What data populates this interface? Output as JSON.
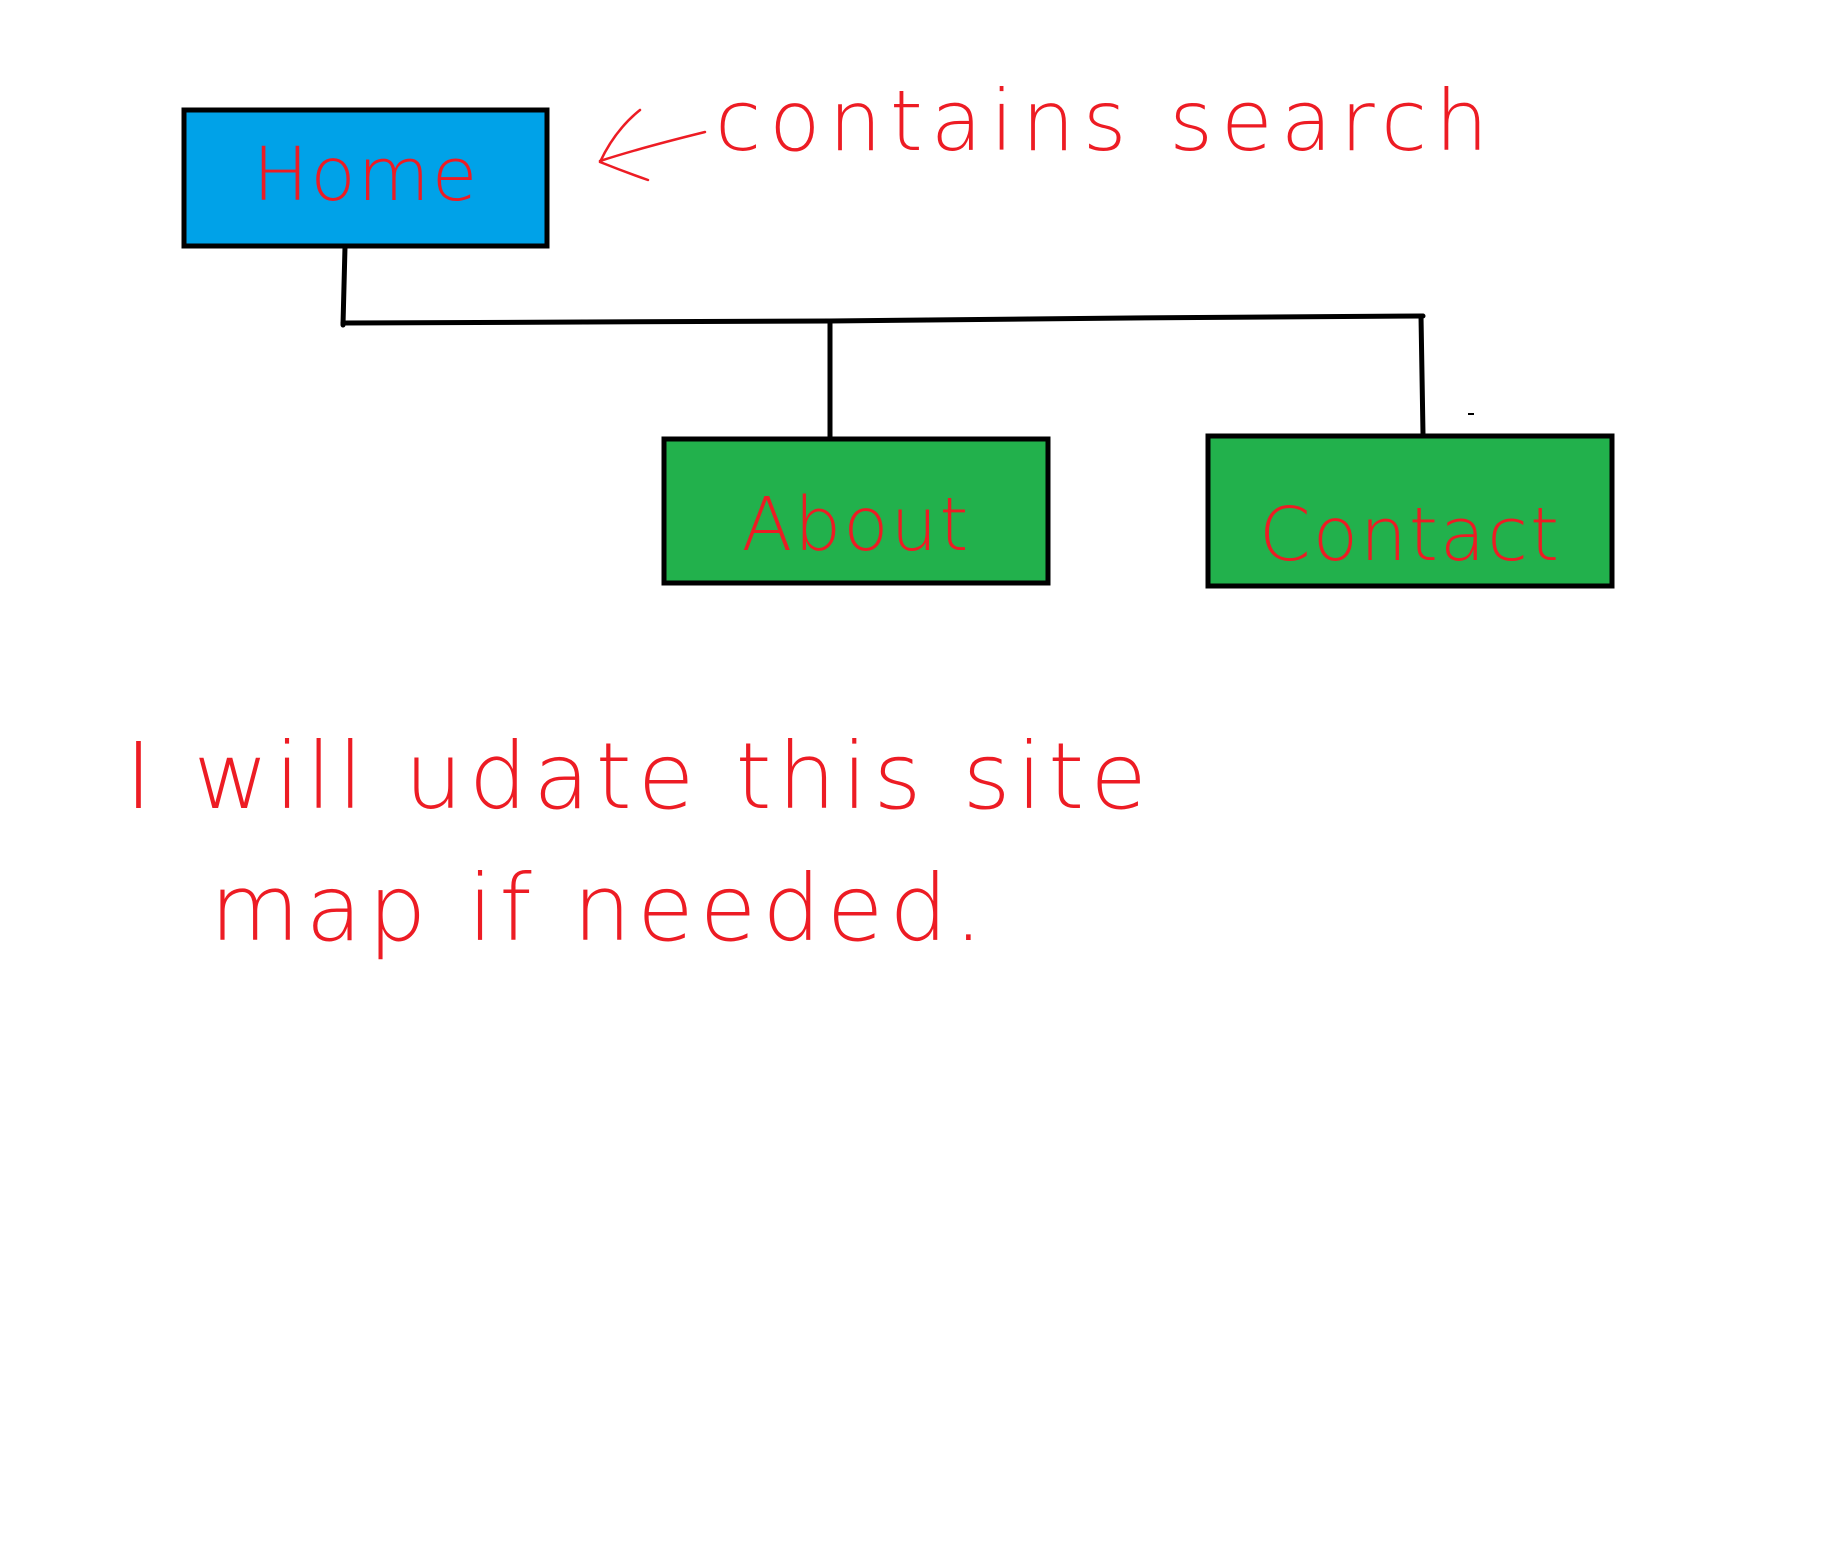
{
  "nodes": {
    "home": {
      "label": "Home",
      "annotation": "contains search"
    },
    "about": {
      "label": "About"
    },
    "contact": {
      "label": "Contact"
    }
  },
  "note": {
    "line1": "I will udate this site",
    "line2": "map if needed."
  },
  "colors": {
    "home_fill": "#00a2e8",
    "page_fill": "#22b14c",
    "ink": "#ed1c24",
    "connector": "#000000"
  },
  "icons": {
    "annotation_pointer": "left-arrow-icon"
  }
}
